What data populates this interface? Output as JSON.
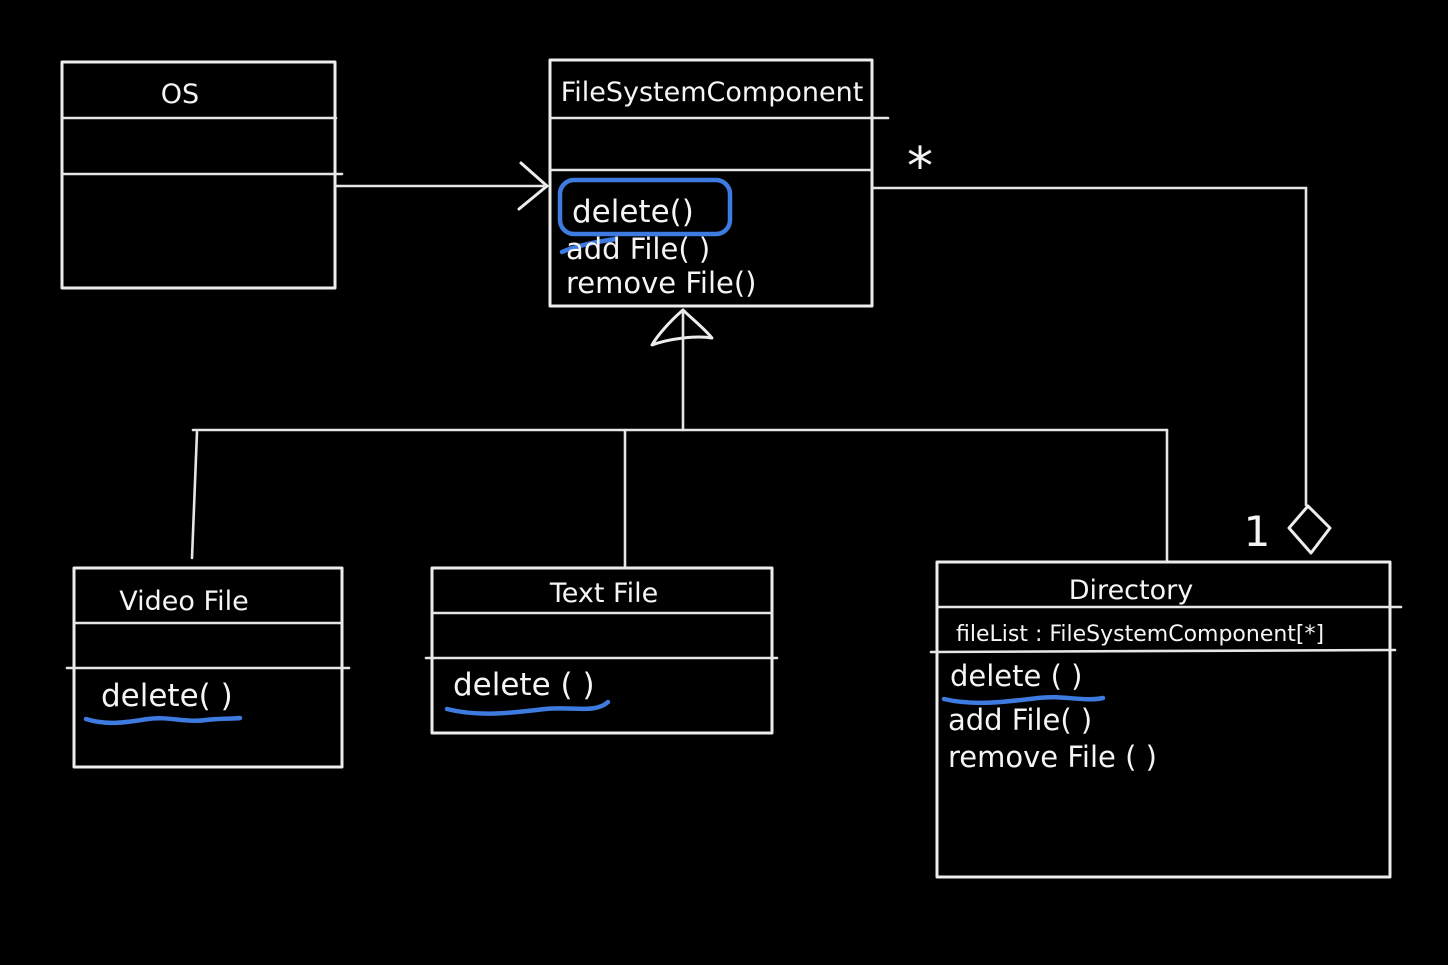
{
  "colors": {
    "background": "#000000",
    "ink": "#ededed",
    "highlight_blue": "#3d7be0"
  },
  "classes": {
    "os": {
      "name": "OS",
      "attributes": [],
      "methods": []
    },
    "file_system_component": {
      "name": "FileSystemComponent",
      "attributes": [],
      "methods": [
        "delete()",
        "add File( )",
        "remove File()"
      ],
      "highlighted_method": "delete()"
    },
    "video_file": {
      "name": "Video File",
      "attributes": [],
      "methods": [
        "delete( )"
      ],
      "highlighted_method": "delete( )"
    },
    "text_file": {
      "name": "Text File",
      "attributes": [],
      "methods": [
        "delete ( )"
      ],
      "highlighted_method": "delete ( )"
    },
    "directory": {
      "name": "Directory",
      "attributes": [
        "fileList : FileSystemComponent[*]"
      ],
      "methods": [
        "delete ( )",
        "add File( )",
        "remove File ( )"
      ],
      "highlighted_method": "delete ( )"
    }
  },
  "labels": {
    "component_multiplicity": "*",
    "directory_multiplicity": "1"
  },
  "relationships": [
    {
      "type": "association",
      "from": "OS",
      "to": "FileSystemComponent"
    },
    {
      "type": "generalization",
      "parent": "FileSystemComponent",
      "children": [
        "Video File",
        "Text File",
        "Directory"
      ]
    },
    {
      "type": "aggregation",
      "whole": "Directory",
      "part": "FileSystemComponent",
      "whole_multiplicity": "1",
      "part_multiplicity": "*"
    }
  ]
}
